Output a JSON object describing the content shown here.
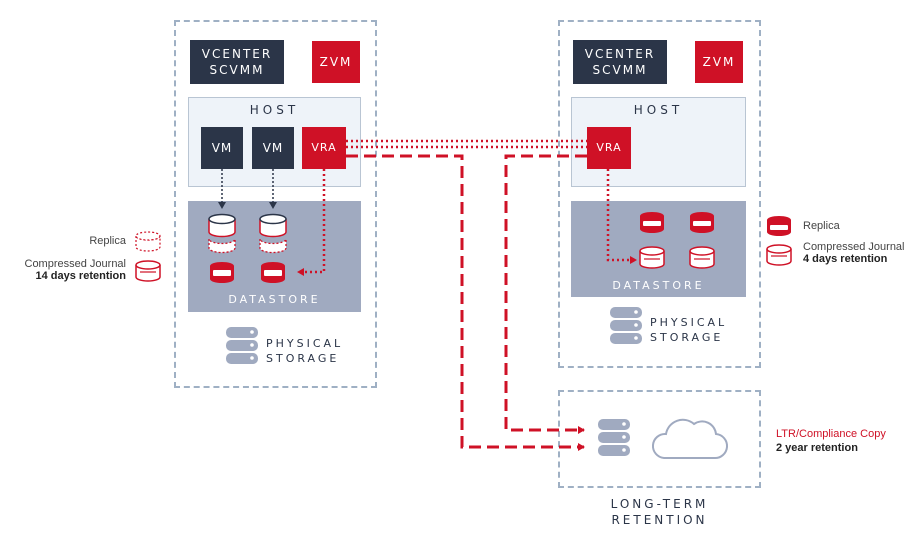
{
  "source": {
    "vcenter_line1": "VCENTER",
    "vcenter_line2": "SCVMM",
    "zvm": "ZVM",
    "host": "HOST",
    "vm1": "VM",
    "vm2": "VM",
    "vra": "VRA",
    "datastore": "DATASTORE",
    "physical_line1": "PHYSICAL",
    "physical_line2": "STORAGE"
  },
  "target": {
    "vcenter_line1": "VCENTER",
    "vcenter_line2": "SCVMM",
    "zvm": "ZVM",
    "host": "HOST",
    "vra": "VRA",
    "datastore": "DATASTORE",
    "physical_line1": "PHYSICAL",
    "physical_line2": "STORAGE"
  },
  "ltr": {
    "label_line1": "LONG-TERM",
    "label_line2": "RETENTION"
  },
  "legend_left": {
    "replica": "Replica",
    "journal": "Compressed Journal",
    "retention": "14 days retention"
  },
  "legend_right": {
    "replica": "Replica",
    "journal": "Compressed Journal",
    "retention": "4 days retention"
  },
  "legend_ltr": {
    "title": "LTR/Compliance Copy",
    "retention": "2 year retention"
  },
  "colors": {
    "accent_red": "#cf1126",
    "navy": "#2b3548",
    "datastore": "#a0aac0",
    "border": "#9fb0c4"
  }
}
